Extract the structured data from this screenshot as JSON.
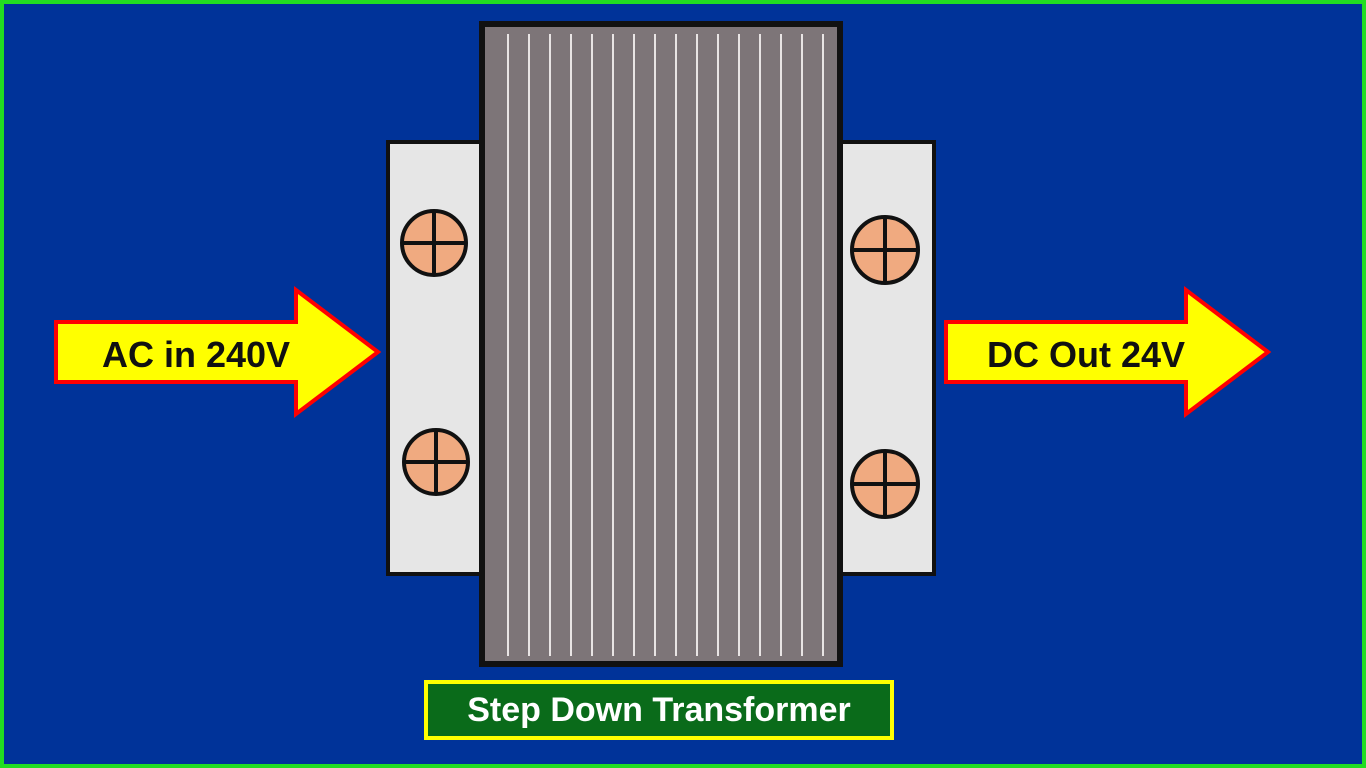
{
  "diagram": {
    "input_label": "AC in 240V",
    "output_label": "DC Out 24V",
    "caption": "Step Down Transformer",
    "colors": {
      "background": "#003399",
      "border": "#22dd22",
      "arrow_fill": "#ffff00",
      "arrow_stroke": "#ff0000",
      "core": "#7d7578",
      "bracket": "#e6e6e6",
      "screw": "#f0aa80",
      "caption_bg": "#0a6b1a",
      "caption_border": "#ffff00"
    }
  }
}
